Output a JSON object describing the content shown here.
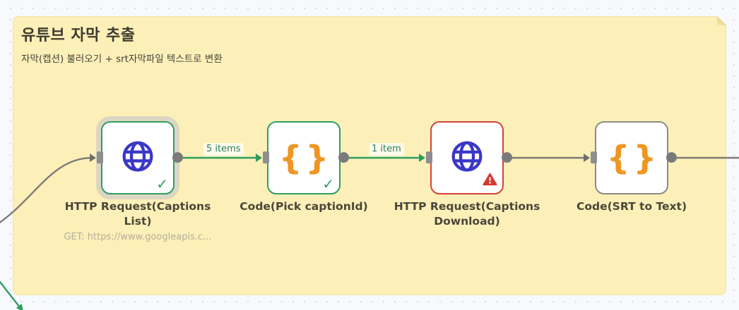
{
  "sticky_note": {
    "title": "유튜브 자막 추출",
    "subtitle": "자막(캡션) 불러오기 + srt자막파일 텍스트로 변환",
    "bg_color": "#fcf0b8"
  },
  "nodes": [
    {
      "name": "HTTP Request(Captions List)",
      "sublabel": "GET: https://www.googleapis.c...",
      "icon": "globe-icon",
      "status": "success",
      "selected": true,
      "border_color": "#2f9e5f"
    },
    {
      "name": "Code(Pick captionId)",
      "sublabel": "",
      "icon": "code-braces-icon",
      "status": "success",
      "selected": false,
      "border_color": "#2f9e5f"
    },
    {
      "name": "HTTP Request(Captions Download)",
      "sublabel": "",
      "icon": "globe-icon",
      "status": "error",
      "selected": false,
      "border_color": "#d5423a"
    },
    {
      "name": "Code(SRT to Text)",
      "sublabel": "",
      "icon": "code-braces-icon",
      "status": "none",
      "selected": false,
      "border_color": "#8b8b8b"
    }
  ],
  "connections": [
    {
      "from": "HTTP Request(Captions List)",
      "to": "Code(Pick captionId)",
      "label": "5 items",
      "color": "#2f9e5f"
    },
    {
      "from": "Code(Pick captionId)",
      "to": "HTTP Request(Captions Download)",
      "label": "1 item",
      "color": "#2f9e5f"
    },
    {
      "from": "HTTP Request(Captions Download)",
      "to": "Code(SRT to Text)",
      "label": "",
      "color": "#7c7b78"
    }
  ],
  "icons": {
    "check_glyph": "✓",
    "braces_glyph": "{}"
  },
  "colors": {
    "success_green": "#2f9e5f",
    "error_red": "#d5423a",
    "http_node_blue": "#3a37c8",
    "code_node_orange": "#ef9522",
    "wire_gray": "#7c7b78",
    "items_label_teal": "#2a8266",
    "sticky_yellow": "#fcf0b8",
    "canvas_bg": "#f8f9fc"
  }
}
